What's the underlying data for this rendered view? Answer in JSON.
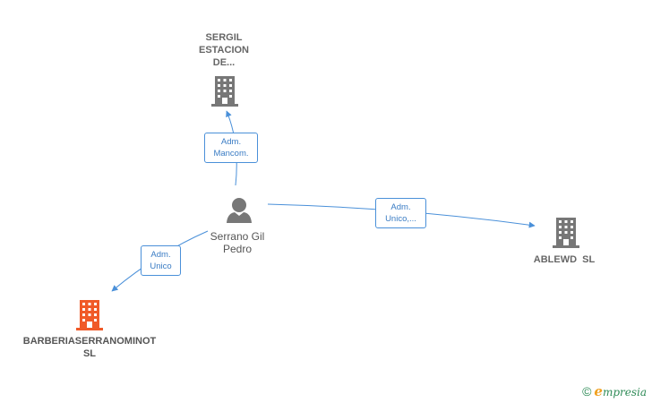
{
  "nodes": {
    "sergil": {
      "label_lines": [
        "SERGIL",
        "ESTACION",
        "DE..."
      ],
      "type": "company"
    },
    "ablewd": {
      "label_lines": [
        "ABLEWD  SL"
      ],
      "type": "company"
    },
    "barberia": {
      "label_lines": [
        "BARBERIASERRANOMINOT",
        "SL"
      ],
      "type": "company-focus"
    },
    "person": {
      "label_lines": [
        "Serrano Gil",
        "Pedro"
      ],
      "type": "person"
    }
  },
  "edges": {
    "to_sergil": {
      "label_lines": [
        "Adm.",
        "Mancom."
      ]
    },
    "to_ablewd": {
      "label_lines": [
        "Adm.",
        "Unico,..."
      ]
    },
    "to_barberia": {
      "label_lines": [
        "Adm.",
        "Unico"
      ]
    }
  },
  "colors": {
    "company": "#777777",
    "focus": "#f05a28",
    "edge": "#4a90d9",
    "person": "#777777"
  },
  "brand": {
    "copyright": "©",
    "e": "e",
    "rest": "mpresia"
  }
}
